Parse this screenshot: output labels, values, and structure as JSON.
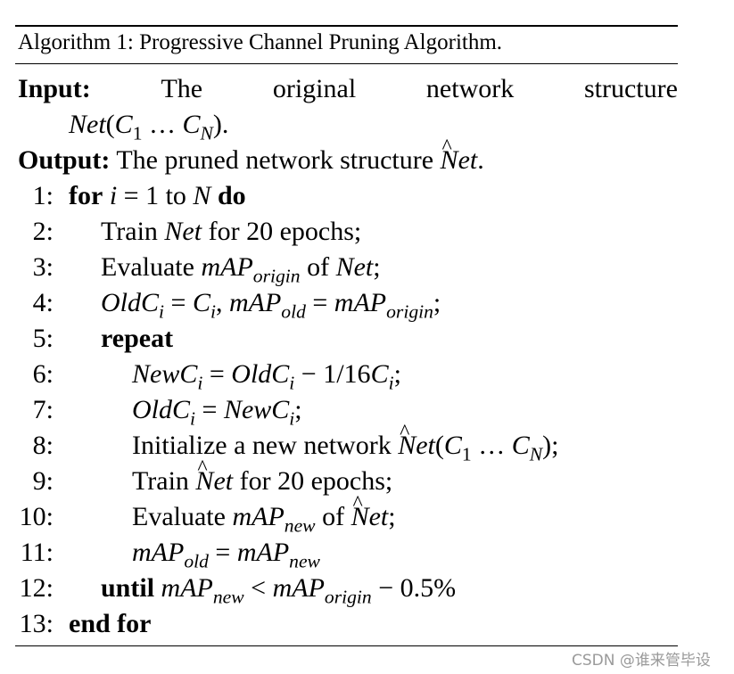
{
  "caption": "Algorithm 1: Progressive Channel Pruning Algorithm.",
  "input": {
    "label": "Input:",
    "words": [
      "The",
      "original",
      "network",
      "structure"
    ],
    "formula": "Net(C1...CN)."
  },
  "output": {
    "label": "Output:",
    "text": "The pruned network structure",
    "symbol": "N̂et",
    "end": "."
  },
  "steps": [
    {
      "num": "1:"
    },
    {
      "num": "2:"
    },
    {
      "num": "3:"
    },
    {
      "num": "4:"
    },
    {
      "num": "5:"
    },
    {
      "num": "6:"
    },
    {
      "num": "7:"
    },
    {
      "num": "8:"
    },
    {
      "num": "9:"
    },
    {
      "num": "10:"
    },
    {
      "num": "11:"
    },
    {
      "num": "12:"
    },
    {
      "num": "13:"
    }
  ],
  "keywords": {
    "for": "for",
    "do": "do",
    "repeat": "repeat",
    "until": "until",
    "end_for": "end for"
  },
  "watermark": "CSDN @谁来管毕设"
}
